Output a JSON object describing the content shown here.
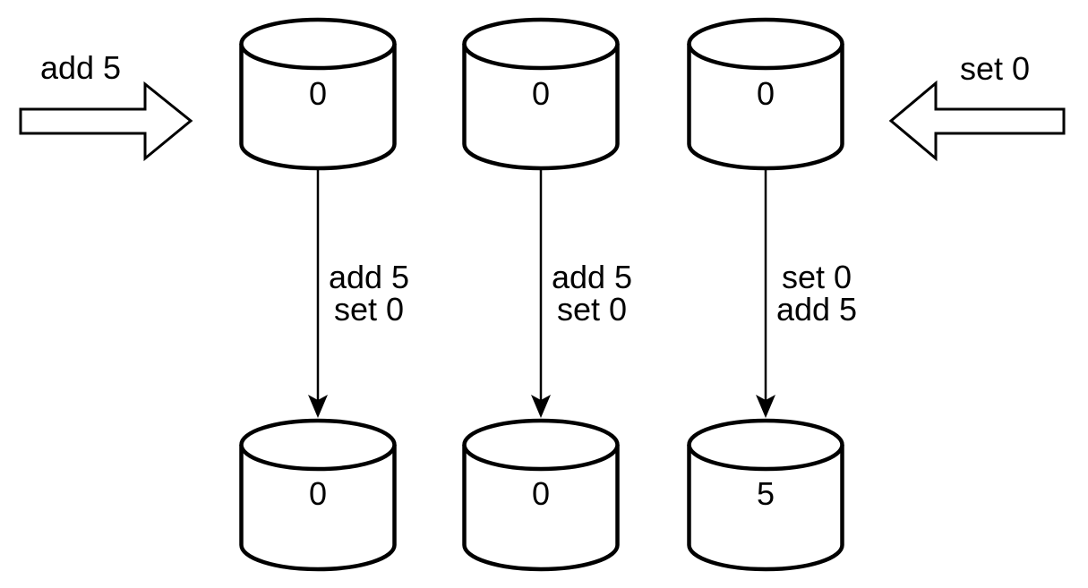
{
  "incoming_writes": {
    "left": "add 5",
    "right": "set 0"
  },
  "replicas": [
    {
      "initial_value": "0",
      "operations": [
        "add 5",
        "set 0"
      ],
      "final_value": "0"
    },
    {
      "initial_value": "0",
      "operations": [
        "add 5",
        "set 0"
      ],
      "final_value": "0"
    },
    {
      "initial_value": "0",
      "operations": [
        "set 0",
        "add 5"
      ],
      "final_value": "5"
    }
  ],
  "colors": {
    "stroke": "#000000",
    "shape_fill": "#ffffff",
    "background": "#ffffff"
  }
}
